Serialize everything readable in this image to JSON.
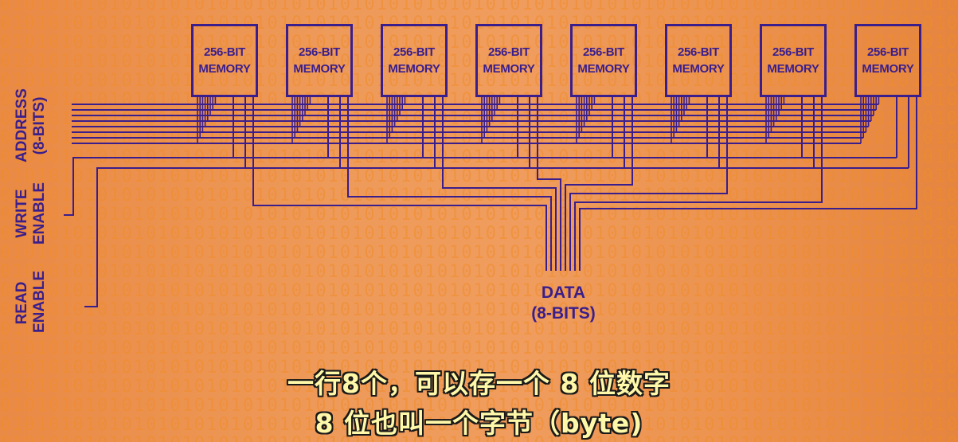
{
  "diagram": {
    "memory_modules": [
      {
        "line1": "256-BIT",
        "line2": "MEMORY"
      },
      {
        "line1": "256-BIT",
        "line2": "MEMORY"
      },
      {
        "line1": "256-BIT",
        "line2": "MEMORY"
      },
      {
        "line1": "256-BIT",
        "line2": "MEMORY"
      },
      {
        "line1": "256-BIT",
        "line2": "MEMORY"
      },
      {
        "line1": "256-BIT",
        "line2": "MEMORY"
      },
      {
        "line1": "256-BIT",
        "line2": "MEMORY"
      },
      {
        "line1": "256-BIT",
        "line2": "MEMORY"
      }
    ],
    "labels": {
      "address_line1": "ADDRESS",
      "address_line2": "(8-BITS)",
      "write_line1": "WRITE",
      "write_line2": "ENABLE",
      "read_line1": "READ",
      "read_line2": "ENABLE",
      "data_line1": "DATA",
      "data_line2": "(8-BITS)"
    },
    "address_bus_width": 8,
    "data_bus_width": 8,
    "colors": {
      "wire": "#3a1e8c",
      "background": "#ec9450",
      "subtitle_fill": "#fff8a8",
      "subtitle_outline": "#1a1a1a"
    }
  },
  "subtitles": {
    "line1": "一行8个，可以存一个 8 位数字",
    "line2": "8 位也叫一个字节（byte)"
  },
  "background_pattern": "0101010101010101010101010101010101010101010101010101010101010101010101010101010101010101"
}
